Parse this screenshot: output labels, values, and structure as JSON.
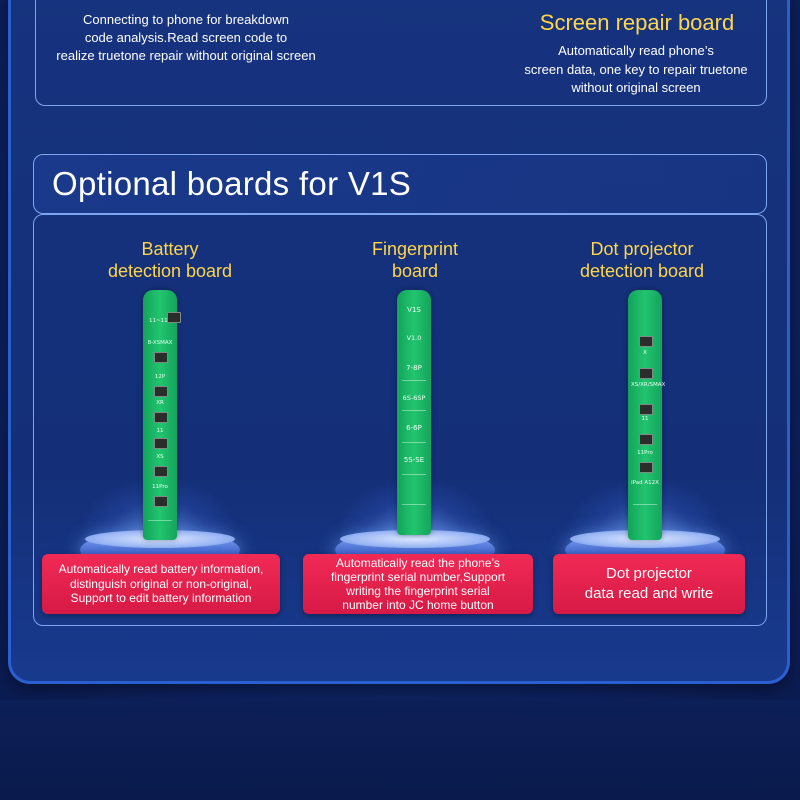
{
  "top_section": {
    "left_description": "Connecting to phone for breakdown\ncode analysis.Read screen code to\nrealize truetone repair without original screen",
    "right_title": "Screen repair board",
    "right_description": "Automatically read phone’s\nscreen data, one key to repair truetone\nwithout original screen"
  },
  "heading": "Optional boards for V1S",
  "boards": [
    {
      "title": "Battery\ndetection board",
      "description": "Automatically read battery information,\ndistinguish original or non-original,\nSupport to edit battery information",
      "pcb_labels": [
        "11~11P",
        "8-XSMAX",
        "12P",
        "XR",
        "11",
        "XS",
        "11Pro"
      ]
    },
    {
      "title": "Fingerprint\nboard",
      "description": "Automatically read the phone’s\nfingerprint serial number,Support\nwriting the fingerprint serial\nnumber into JC home button",
      "pcb_labels": [
        "V1S",
        "V1.0",
        "7-8P",
        "6S-6SP",
        "6-6P",
        "5S-SE"
      ]
    },
    {
      "title": "Dot projector\ndetection board",
      "description": "Dot projector\ndata read and write",
      "pcb_labels": [
        "X",
        "XS/XR/SMAX",
        "11",
        "11Pro",
        "iPad A12X"
      ]
    }
  ],
  "colors": {
    "accent_yellow": "#ffd54a",
    "card_red": "#e8234e",
    "background_blue": "#142f78",
    "border_light_blue": "#7fa5ee",
    "pcb_green": "#1fb866"
  }
}
